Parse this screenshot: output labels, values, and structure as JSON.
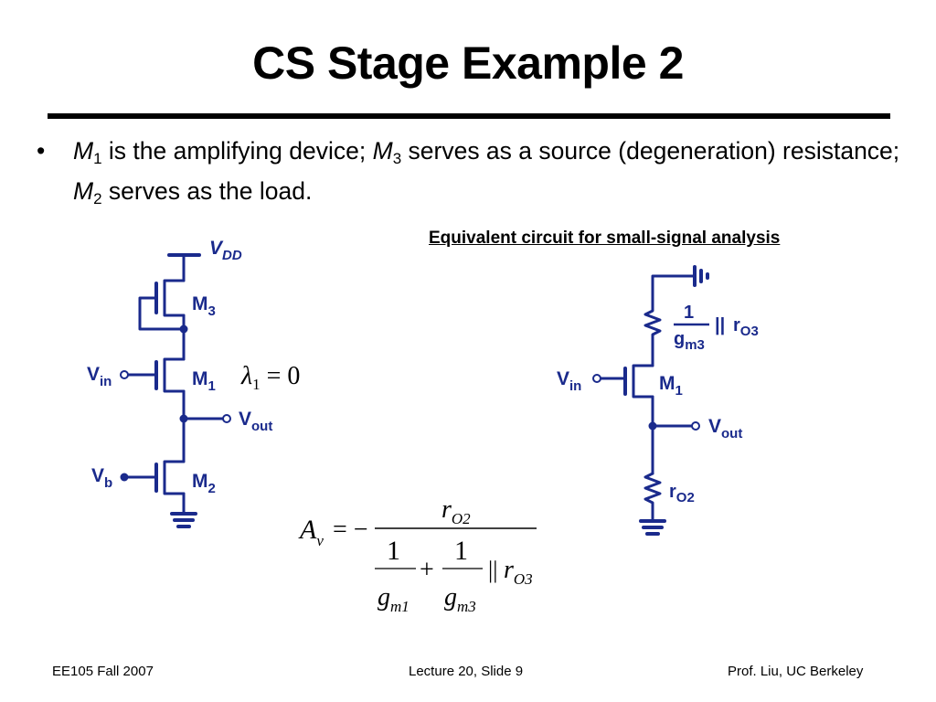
{
  "title": "CS Stage Example 2",
  "bullet": {
    "symbol": "•",
    "m1": "M",
    "m1_sub": "1",
    "part1": " is the amplifying device; ",
    "m3": "M",
    "m3_sub": "3",
    "part2": " serves as a source (degeneration) resistance; ",
    "m2": "M",
    "m2_sub": "2",
    "part3": " serves as the load."
  },
  "left_circuit": {
    "vdd": "V",
    "vdd_sub": "DD",
    "m3": "M",
    "m3_sub": "3",
    "m1": "M",
    "m1_sub": "1",
    "m2": "M",
    "m2_sub": "2",
    "vin": "V",
    "vin_sub": "in",
    "vout": "V",
    "vout_sub": "out",
    "vb": "V",
    "vb_sub": "b"
  },
  "lambda_eq": {
    "lambda": "λ",
    "sub": "1",
    "rest": " = 0"
  },
  "equivalent": {
    "caption": "Equivalent circuit for small-signal analysis",
    "frac_num": "1",
    "frac_den": "g",
    "frac_den_sub": "m3",
    "parallel": "||",
    "ro3": "r",
    "ro3_sub": "O3",
    "vin": "V",
    "vin_sub": "in",
    "m1": "M",
    "m1_sub": "1",
    "vout": "V",
    "vout_sub": "out",
    "ro2": "r",
    "ro2_sub": "O2"
  },
  "gain_eq": {
    "av": "A",
    "av_sub": "v",
    "eq": "= −",
    "num": "r",
    "num_sub": "O2",
    "one_a": "1",
    "gm1": "g",
    "gm1_sub": "m1",
    "plus": "+",
    "one_b": "1",
    "gm3": "g",
    "gm3_sub": "m3",
    "parallel": "||",
    "ro3": "r",
    "ro3_sub": "O3"
  },
  "footer": {
    "left": "EE105 Fall 2007",
    "center": "Lecture 20, Slide 9",
    "right": "Prof. Liu, UC Berkeley"
  },
  "colors": {
    "wire": "#1a2a8c",
    "text": "#000000"
  }
}
